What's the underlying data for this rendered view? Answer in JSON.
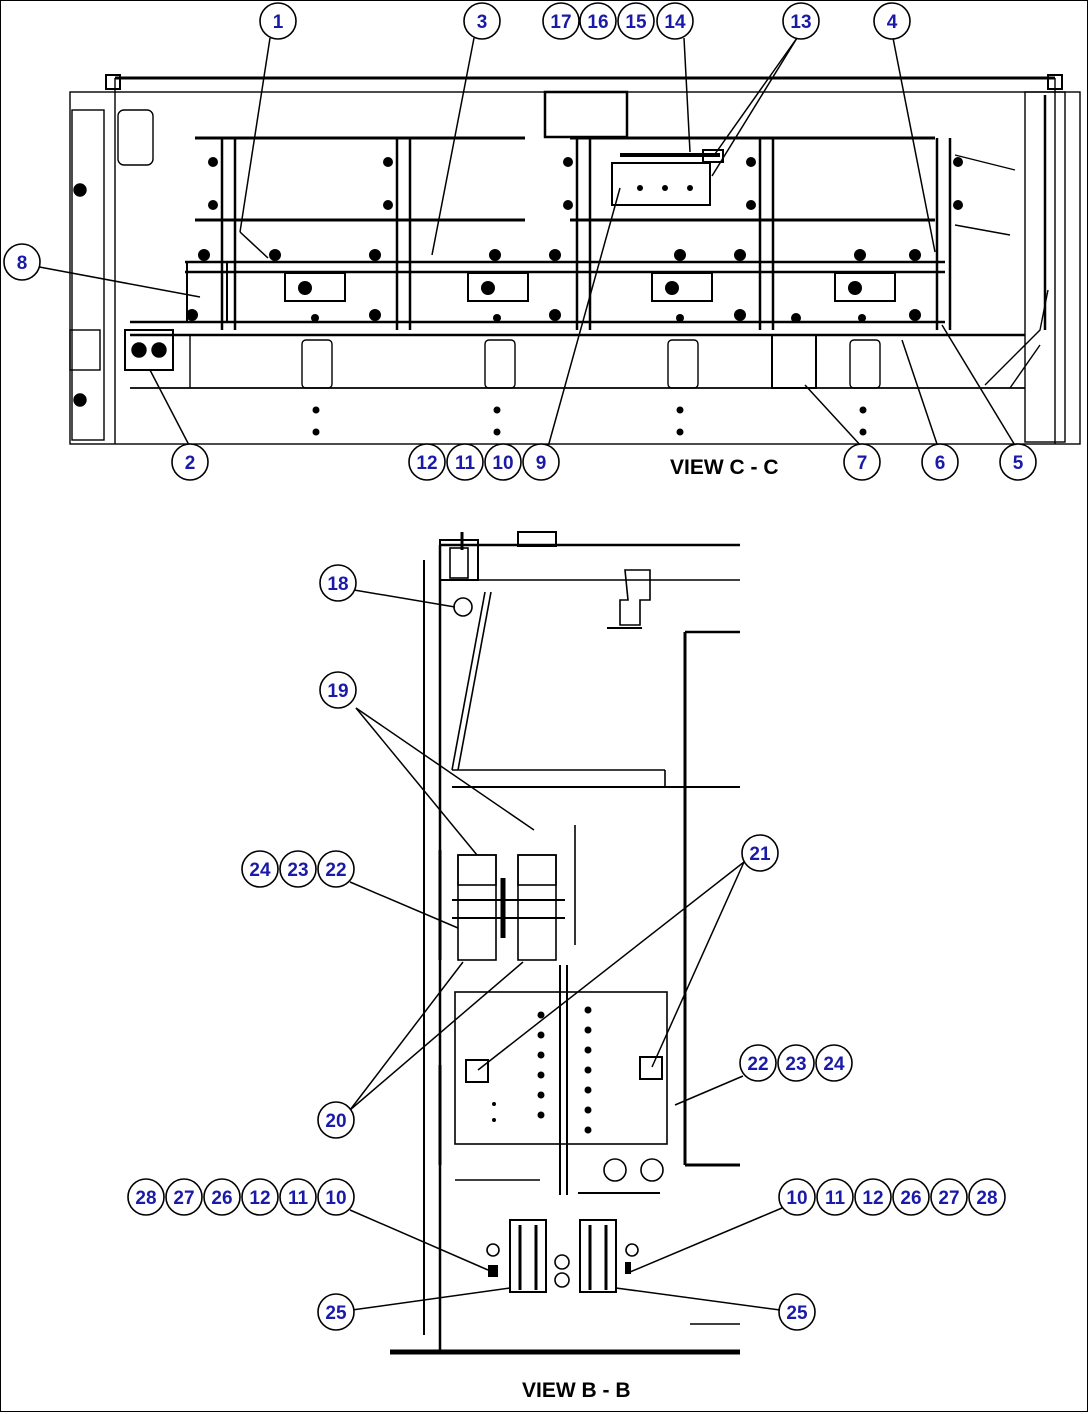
{
  "views": [
    {
      "id": "view-c",
      "title": "VIEW C - C"
    },
    {
      "id": "view-b",
      "title": "VIEW B - B"
    }
  ],
  "callouts": {
    "c1": "1",
    "c2": "2",
    "c3": "3",
    "c4": "4",
    "c5": "5",
    "c6": "6",
    "c7": "7",
    "c8": "8",
    "c9": "9",
    "c10a": "10",
    "c11a": "11",
    "c12a": "12",
    "c13": "13",
    "c14": "14",
    "c15": "15",
    "c16": "16",
    "c17": "17",
    "c18": "18",
    "c19": "19",
    "c20": "20",
    "c21": "21",
    "c22a": "22",
    "c23a": "23",
    "c24a": "24",
    "c22b": "22",
    "c23b": "23",
    "c24b": "24",
    "c25a": "25",
    "c25b": "25",
    "c10b": "10",
    "c11b": "11",
    "c12b": "12",
    "c26b": "26",
    "c27b": "27",
    "c28b": "28",
    "c10c": "10",
    "c11c": "11",
    "c12c": "12",
    "c26c": "26",
    "c27c": "27",
    "c28c": "28"
  }
}
